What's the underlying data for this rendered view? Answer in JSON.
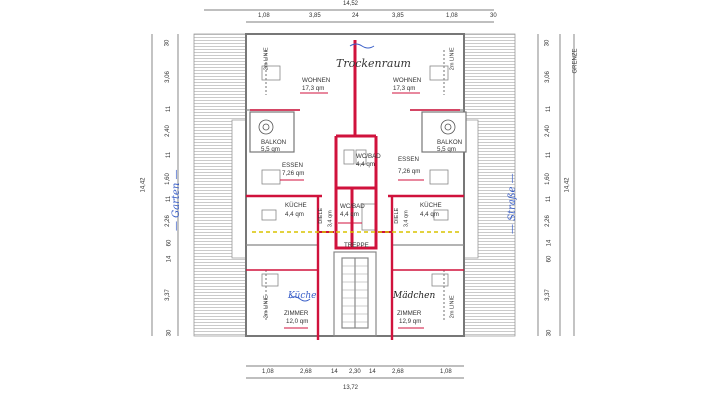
{
  "colors": {
    "wall": "#777777",
    "red": "#d0123c",
    "yellow": "#d8c400",
    "blue": "#3a5fc8",
    "green": "#2d8a2d",
    "hatch": "#bbbbbb"
  },
  "dims": {
    "top_total": "14,52",
    "top": [
      "1,08",
      "3,85",
      "24",
      "3,85",
      "1,08",
      "30"
    ],
    "bottom": [
      "1,08",
      "2,68",
      "14",
      "2,30",
      "14",
      "2,68",
      "1,08"
    ],
    "bottom_total": "13,72",
    "left": [
      "30",
      "3,06",
      "11",
      "2,40",
      "11",
      "1,60",
      "11",
      "2,26",
      "60",
      "14",
      "3,37",
      "30"
    ],
    "left_total": "14,42",
    "right": [
      "30",
      "3,06",
      "11",
      "2,40",
      "11",
      "1,60",
      "11",
      "2,26",
      "14",
      "60",
      "3,37",
      "30"
    ],
    "right_total": "14,42",
    "grenze": "GRENZE"
  },
  "rooms": {
    "wohnen_l": {
      "name": "WOHNEN",
      "area": "17,3 qm"
    },
    "wohnen_r": {
      "name": "WOHNEN",
      "area": "17,3 qm"
    },
    "balkon_l": {
      "name": "BALKON",
      "area": "5,5 qm"
    },
    "balkon_r": {
      "name": "BALKON",
      "area": "5,5 qm"
    },
    "essen_l": {
      "name": "ESSEN",
      "area": "7,26 qm"
    },
    "essen_r": {
      "name": "ESSEN",
      "area": "7,26 qm"
    },
    "wcbad_top": {
      "name": "WC/BAD",
      "area": "4,4 qm"
    },
    "wcbad_mid": {
      "name": "WC/BAD",
      "area": "4,4 qm"
    },
    "kueche_l": {
      "name": "KÜCHE",
      "area": "4,4 qm"
    },
    "kueche_r": {
      "name": "KÜCHE",
      "area": "4,4 qm"
    },
    "diele_l": {
      "name": "DIELE",
      "area": "3,4 qm"
    },
    "diele_r": {
      "name": "DIELE",
      "area": "3,4 qm"
    },
    "treppe": "TREPPE",
    "zimmer_l": {
      "name": "ZIMMER",
      "area": "12,0 qm"
    },
    "zimmer_r": {
      "name": "ZIMMER",
      "area": "12,9 qm"
    }
  },
  "line_tags": {
    "top_l": "2m LINIE",
    "top_r": "2m LINIE",
    "bot_l": "2m LINIE",
    "bot_r": "2m LINIE"
  },
  "handwriting": {
    "trockenraum": "Trockenraum",
    "garten": "— Garten —",
    "strasse": "— Straße —",
    "kueche_note": "Küche",
    "maedchen": "Mädchen"
  }
}
